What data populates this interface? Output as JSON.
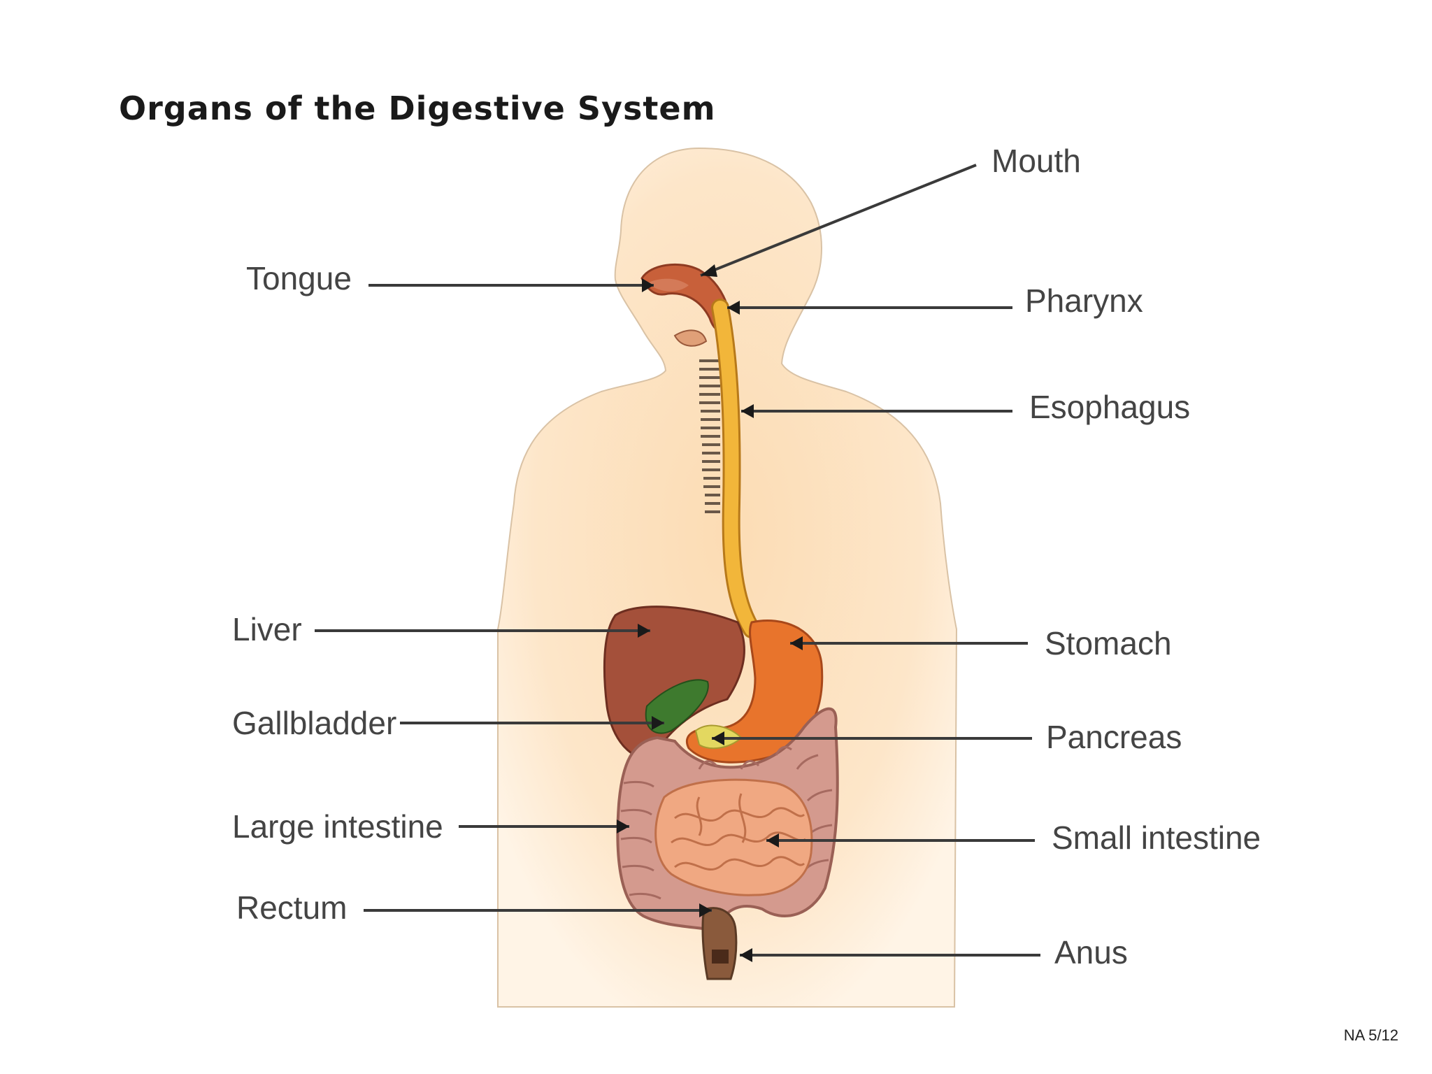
{
  "title": "Organs of the Digestive System",
  "labels": {
    "mouth": "Mouth",
    "tongue": "Tongue",
    "pharynx": "Pharynx",
    "esophagus": "Esophagus",
    "liver": "Liver",
    "stomach": "Stomach",
    "gallbladder": "Gallbladder",
    "pancreas": "Pancreas",
    "large_intestine": "Large intestine",
    "small_intestine": "Small intestine",
    "rectum": "Rectum",
    "anus": "Anus"
  },
  "footer": "NA 5/12",
  "colors": {
    "skin": "#fbe1c0",
    "leader_line": "#3a3a3a",
    "esophagus": "#f2b63a",
    "liver": "#a4503a",
    "stomach": "#e8742c",
    "gallbladder": "#3e7a2e",
    "pancreas": "#e3d860",
    "large_intestine": "#d49a8e",
    "small_intestine": "#f0a882",
    "rectum": "#8a5a3c"
  }
}
